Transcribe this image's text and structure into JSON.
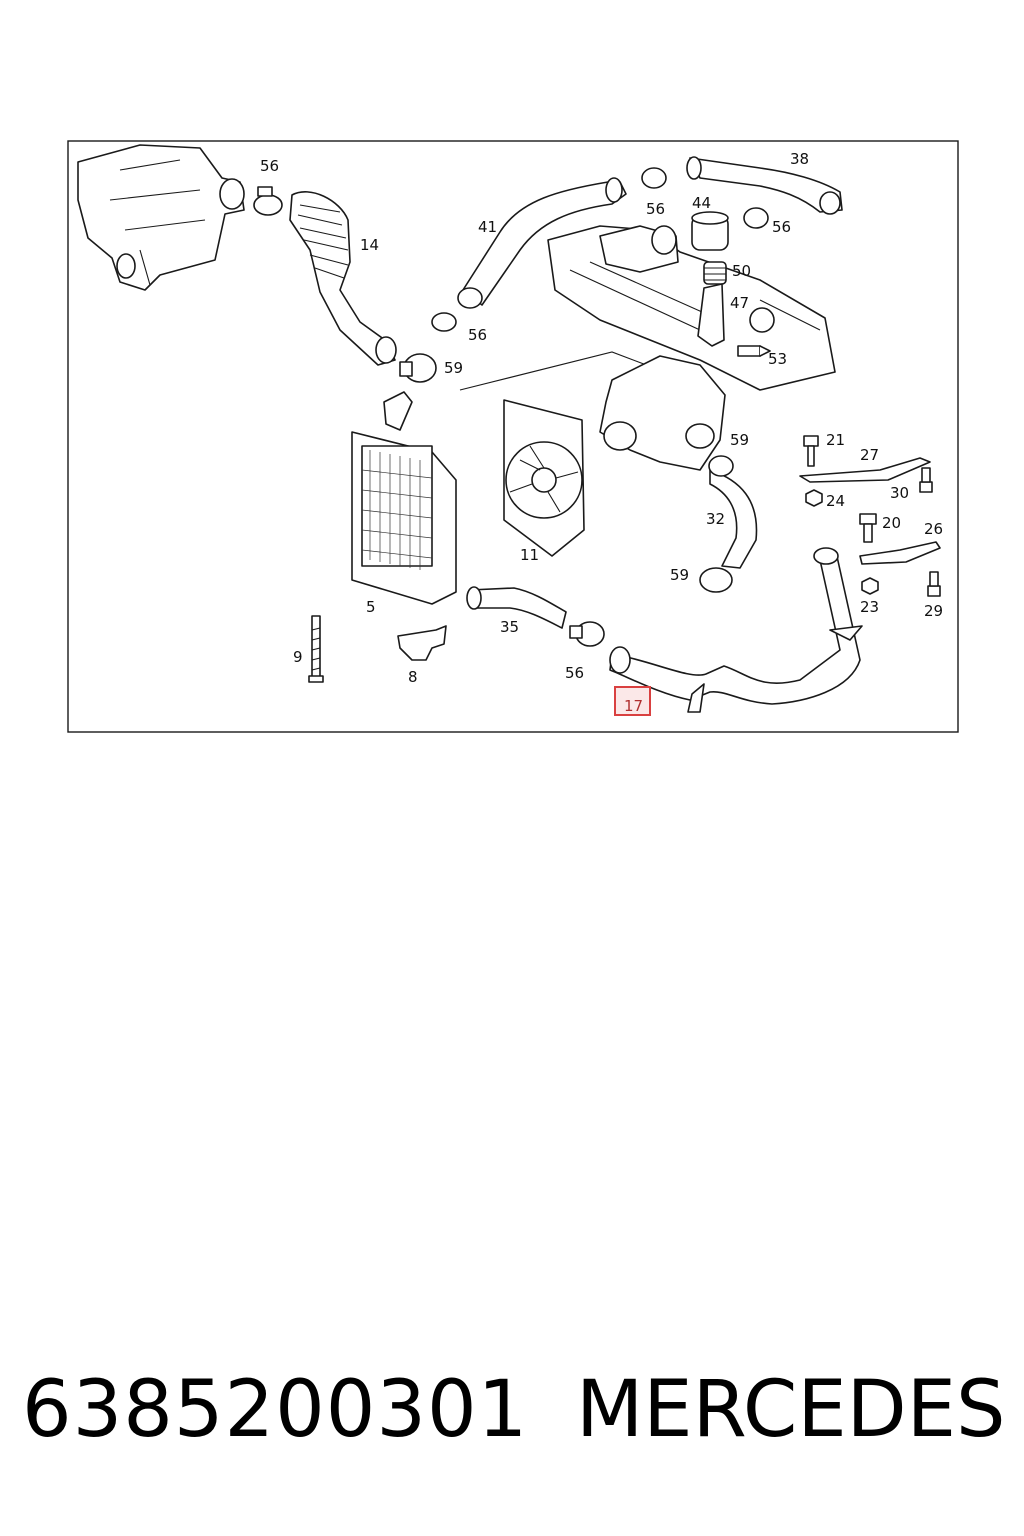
{
  "diagram": {
    "callouts": [
      "56",
      "14",
      "41",
      "56",
      "44",
      "38",
      "56",
      "50",
      "47",
      "53",
      "56",
      "59",
      "59",
      "21",
      "27",
      "24",
      "30",
      "20",
      "26",
      "23",
      "29",
      "32",
      "59",
      "11",
      "5",
      "35",
      "56",
      "9",
      "8"
    ],
    "highlighted_callout": "17",
    "highlight_color": "#d94040"
  },
  "footer": {
    "part_number": "6385200301",
    "brand": "MERCEDES"
  }
}
